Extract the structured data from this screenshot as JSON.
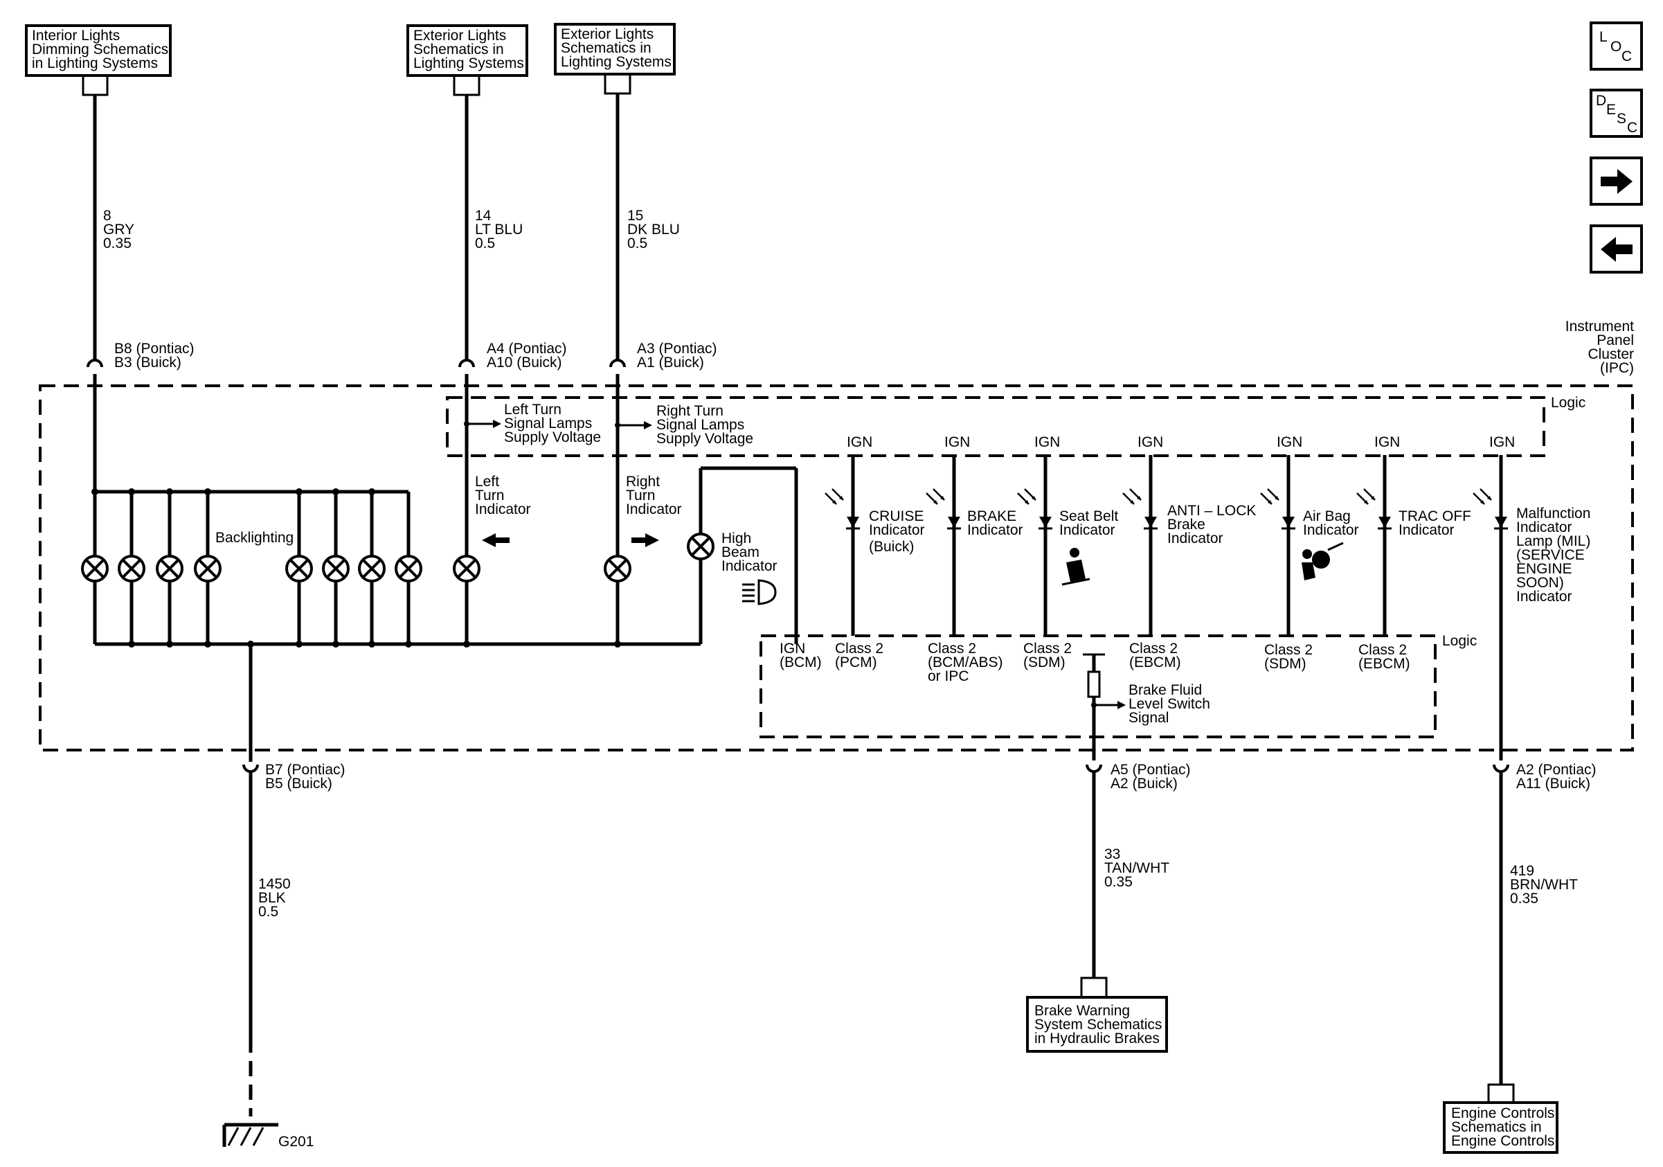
{
  "nav": {
    "loc": [
      "L",
      "O",
      "C"
    ],
    "desc": [
      "D",
      "E",
      "S",
      "C"
    ],
    "forward": "forward-arrow",
    "back": "back-arrow"
  },
  "refs": {
    "interior": [
      "Interior Lights",
      "Dimming Schematics",
      "in Lighting Systems"
    ],
    "ext_left": [
      "Exterior Lights",
      "Schematics in",
      "Lighting Systems"
    ],
    "ext_right": [
      "Exterior Lights",
      "Schematics in",
      "Lighting Systems"
    ],
    "brake_warning": [
      "Brake Warning",
      "System Schematics",
      "in Hydraulic Brakes"
    ],
    "engine": [
      "Engine Controls",
      "Schematics in",
      "Engine Controls"
    ]
  },
  "wires": {
    "w8": [
      "8",
      "GRY",
      "0.35"
    ],
    "w14": [
      "14",
      "LT BLU",
      "0.5"
    ],
    "w15": [
      "15",
      "DK BLU",
      "0.5"
    ],
    "w1450": [
      "1450",
      "BLK",
      "0.5"
    ],
    "w33": [
      "33",
      "TAN/WHT",
      "0.35"
    ],
    "w419": [
      "419",
      "BRN/WHT",
      "0.35"
    ]
  },
  "pins": {
    "b8": [
      "B8 (Pontiac)",
      "B3 (Buick)"
    ],
    "a4": [
      "A4  (Pontiac)",
      "A10 (Buick)"
    ],
    "a3": [
      "A3 (Pontiac)",
      "A1 (Buick)"
    ],
    "b7": [
      "B7 (Pontiac)",
      "B5 (Buick)"
    ],
    "a5": [
      "A5 (Pontiac)",
      "A2  (Buick)"
    ],
    "a2": [
      "A2  (Pontiac)",
      "A11 (Buick)"
    ]
  },
  "ipc_label": [
    "Instrument",
    "Panel",
    "Cluster",
    "(IPC)"
  ],
  "logic": "Logic",
  "supply": {
    "left": [
      "Left Turn",
      "Signal Lamps",
      "Supply Voltage"
    ],
    "right": [
      "Right Turn",
      "Signal Lamps",
      "Supply Voltage"
    ]
  },
  "ign": "IGN",
  "backlighting": "Backlighting",
  "turn": {
    "left": [
      "Left",
      "Turn",
      "Indicator"
    ],
    "right": [
      "Right",
      "Turn",
      "Indicator"
    ]
  },
  "high_beam": [
    "High",
    "Beam",
    "Indicator"
  ],
  "indicators": {
    "cruise": [
      "CRUISE",
      "Indicator",
      "(Buick)"
    ],
    "brake": [
      "BRAKE",
      "Indicator"
    ],
    "seatbelt": [
      "Seat Belt",
      "Indicator"
    ],
    "antilock": [
      "ANTI – LOCK",
      "Brake",
      "Indicator"
    ],
    "airbag": [
      "Air Bag",
      "Indicator"
    ],
    "tracoff": [
      "TRAC OFF",
      "Indicator"
    ],
    "mil": [
      "Malfunction",
      "Indicator",
      "Lamp (MIL)",
      "(SERVICE",
      "ENGINE",
      "SOON)",
      "Indicator"
    ]
  },
  "logic_inputs": {
    "ign_bcm": [
      "IGN",
      "(BCM)"
    ],
    "c2_pcm": [
      "Class 2",
      "(PCM)"
    ],
    "c2_bcm": [
      "Class 2",
      "(BCM/ABS)",
      "or IPC"
    ],
    "c2_sdm1": [
      "Class 2",
      "(SDM)"
    ],
    "c2_ebcm1": [
      "Class 2",
      "(EBCM)"
    ],
    "c2_sdm2": [
      "Class 2",
      "(SDM)"
    ],
    "c2_ebcm2": [
      "Class 2",
      "(EBCM)"
    ]
  },
  "brake_fluid": [
    "Brake Fluid",
    "Level Switch",
    "Signal"
  ],
  "ground": "G201"
}
